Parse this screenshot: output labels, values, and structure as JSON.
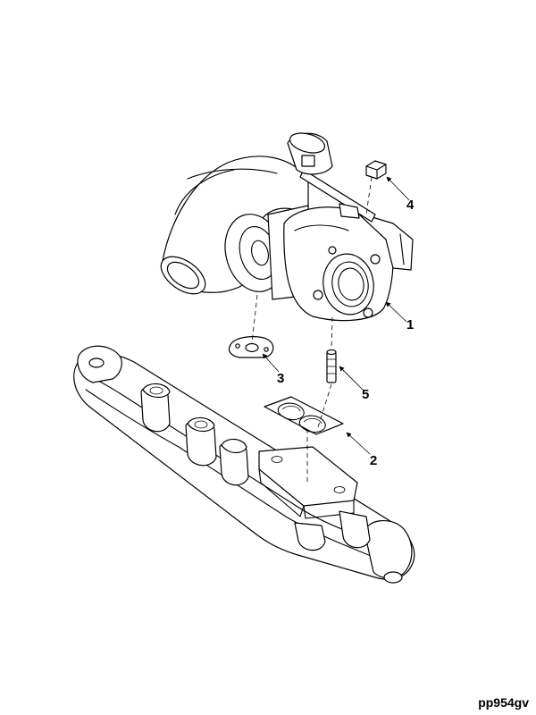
{
  "callouts": {
    "c1": "1",
    "c2": "2",
    "c3": "3",
    "c4": "4",
    "c5": "5"
  },
  "figure_code": "pp954gv"
}
